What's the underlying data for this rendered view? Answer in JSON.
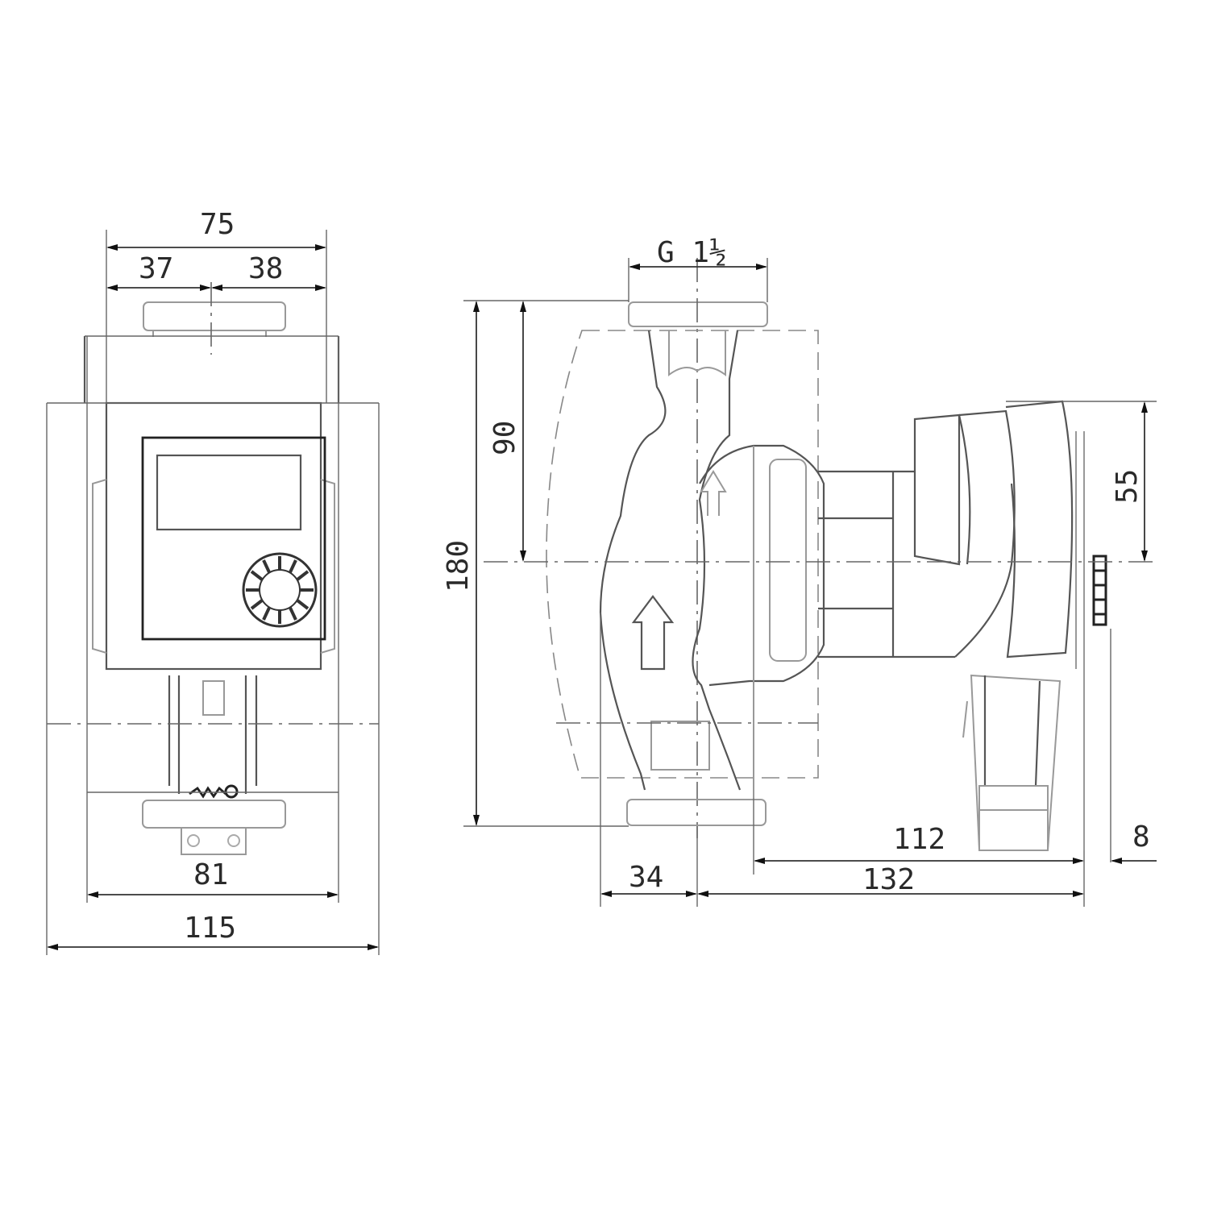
{
  "drawing": {
    "title": "Circulation pump dimension drawing",
    "units": "mm",
    "stroke_color": "#333333",
    "background": "#ffffff"
  },
  "front_view": {
    "dimensions": {
      "top_total": "75",
      "top_left": "37",
      "top_right": "38",
      "bottom_inner": "81",
      "bottom_outer": "115"
    }
  },
  "side_view": {
    "dimensions": {
      "connection_thread": "G 1½",
      "total_height": "180",
      "upper_height": "90",
      "motor_height": "55",
      "offset_left": "34",
      "motor_length": "112",
      "overall_length": "132",
      "cable_gland": "8"
    }
  }
}
